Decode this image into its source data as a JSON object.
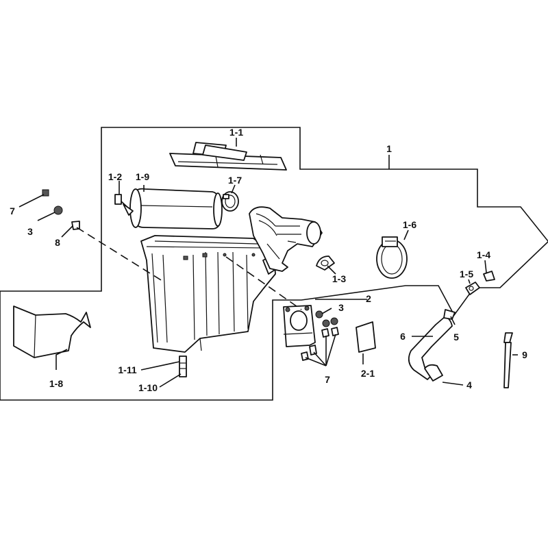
{
  "labels": {
    "p1": "1",
    "p1_1": "1-1",
    "p1_2": "1-2",
    "p1_3": "1-3",
    "p1_4": "1-4",
    "p1_5": "1-5",
    "p1_6": "1-6",
    "p1_7": "1-7",
    "p1_8": "1-8",
    "p1_9": "1-9",
    "p1_10": "1-10",
    "p1_11": "1-11",
    "p2": "2",
    "p2_1": "2-1",
    "p3a": "3",
    "p3b": "3",
    "p4": "4",
    "p5": "5",
    "p6": "6",
    "p7a": "7",
    "p7b": "7",
    "p8": "8",
    "p9": "9"
  }
}
